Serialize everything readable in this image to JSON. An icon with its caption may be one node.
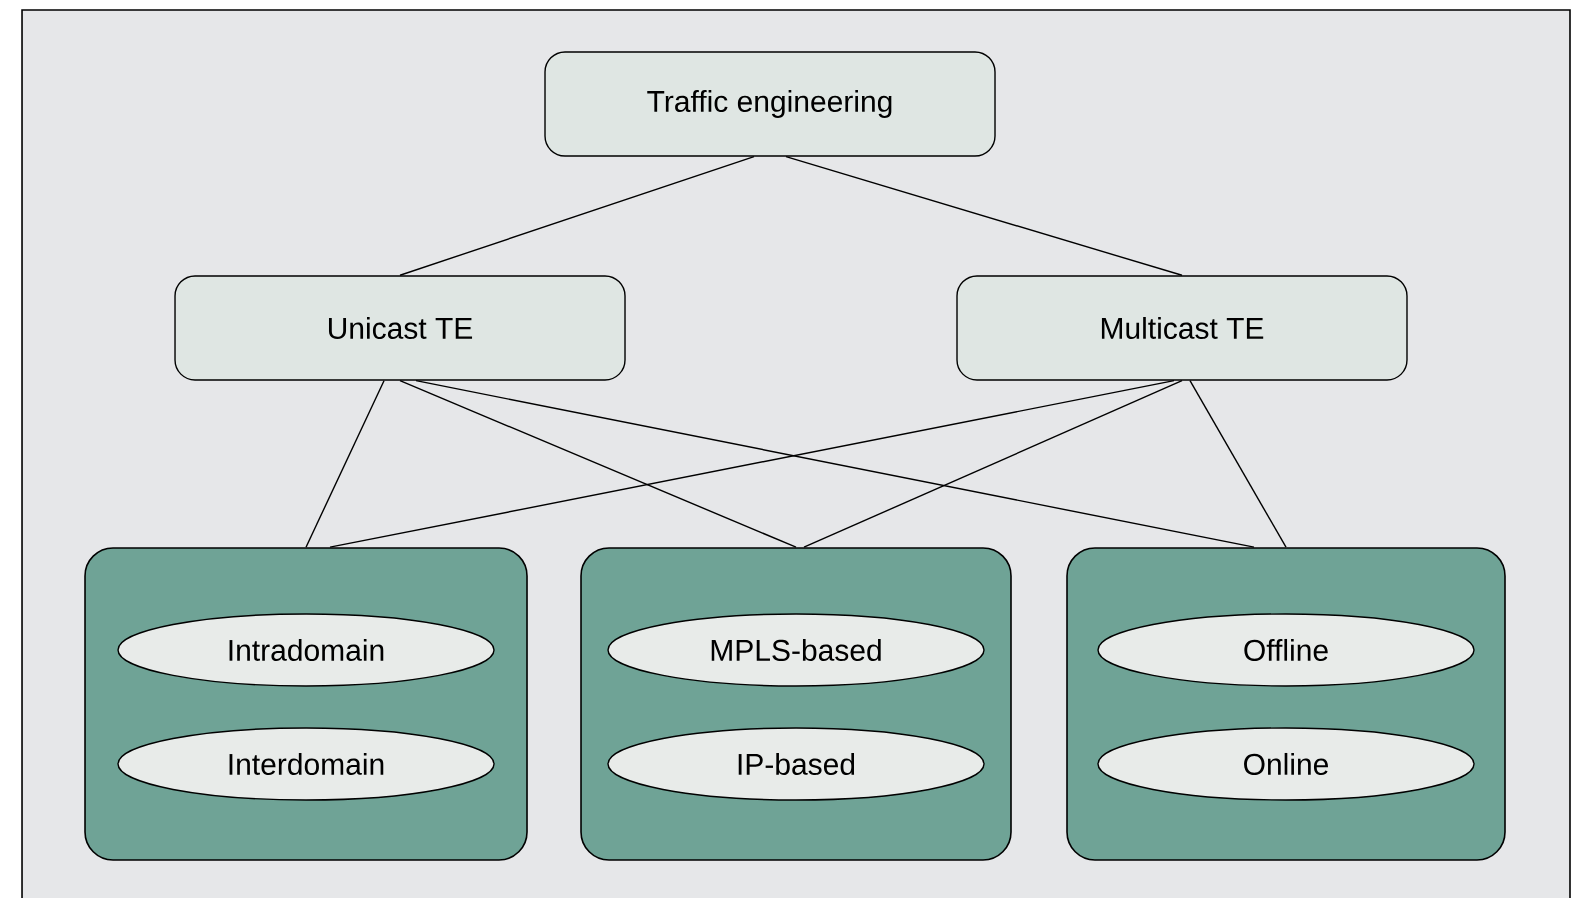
{
  "diagram": {
    "nodes": [
      {
        "text": [
          "Traffic engineering"
        ]
      },
      {
        "text": [
          "Unicast TE"
        ]
      },
      {
        "text": [
          "Multicast TE"
        ]
      },
      {
        "text": [],
        "shape": "box"
      },
      {
        "text": [
          "Intradomain"
        ],
        "in": 3
      },
      {
        "text": [
          "Interdomain"
        ],
        "in": 3
      },
      {
        "text": [],
        "shape": "box"
      },
      {
        "text": [
          "MPLS-based"
        ],
        "in": 6
      },
      {
        "text": [
          "IP-based"
        ],
        "in": 6
      },
      {
        "text": [],
        "shape": "box"
      },
      {
        "text": [
          "Offline"
        ],
        "in": 9
      },
      {
        "text": [
          "Online"
        ],
        "in": 9
      }
    ],
    "edges": [
      {
        "from": 0,
        "to": 1,
        "arrow": "none"
      },
      {
        "from": 0,
        "to": 2,
        "arrow": "none"
      },
      {
        "from": 1,
        "to": 3,
        "arrow": "none"
      },
      {
        "from": 1,
        "to": 6,
        "arrow": "none"
      },
      {
        "from": 1,
        "to": 9,
        "arrow": "none"
      },
      {
        "from": 2,
        "to": 3,
        "arrow": "none"
      },
      {
        "from": 2,
        "to": 6,
        "arrow": "none"
      },
      {
        "from": 2,
        "to": 9,
        "arrow": "none"
      }
    ]
  }
}
